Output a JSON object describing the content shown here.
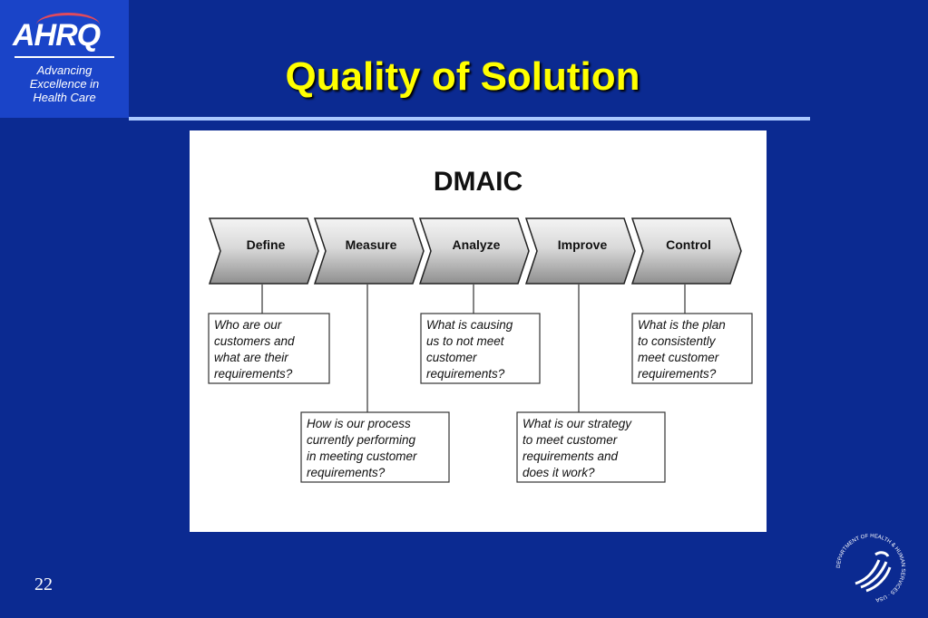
{
  "header": {
    "logo_text": "AHRQ",
    "tagline": [
      "Advancing",
      "Excellence in",
      "Health Care"
    ],
    "title": "Quality of Solution"
  },
  "diagram": {
    "title": "DMAIC",
    "phases": [
      "Define",
      "Measure",
      "Analyze",
      "Improve",
      "Control"
    ],
    "questions": [
      {
        "phase": "Define",
        "lines": [
          "Who are our",
          "customers and",
          "what are their",
          "requirements?"
        ]
      },
      {
        "phase": "Measure",
        "lines": [
          "How is our process",
          "currently performing",
          "in meeting customer",
          "requirements?"
        ]
      },
      {
        "phase": "Analyze",
        "lines": [
          "What is causing",
          "us to not meet",
          "customer",
          "requirements?"
        ]
      },
      {
        "phase": "Improve",
        "lines": [
          "What is our strategy",
          "to meet customer",
          "requirements and",
          "does it work?"
        ]
      },
      {
        "phase": "Control",
        "lines": [
          "What is the plan",
          "to consistently",
          "meet customer",
          "requirements?"
        ]
      }
    ]
  },
  "footer": {
    "page_number": "22",
    "seal_text": "DEPARTMENT OF HEALTH & HUMAN SERVICES · USA"
  },
  "colors": {
    "background": "#0b2a91",
    "title": "#ffff00",
    "rule": "#aac8ff"
  }
}
